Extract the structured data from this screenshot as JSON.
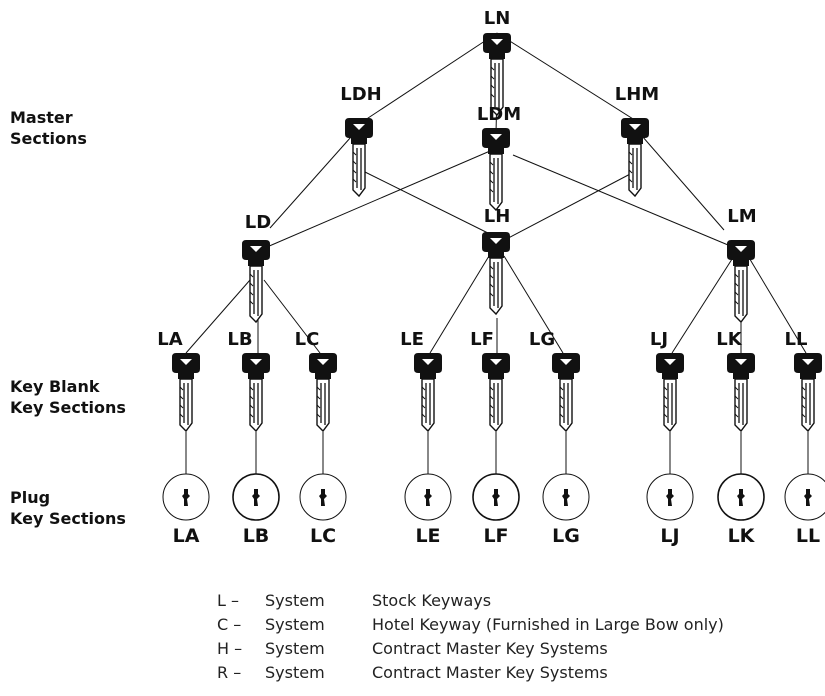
{
  "section_labels": {
    "master": [
      "Master",
      "Sections"
    ],
    "key_blank": [
      "Key Blank",
      "Key Sections"
    ],
    "plug": [
      "Plug",
      "Key Sections"
    ]
  },
  "keys": {
    "LN": "LN",
    "LDH": "LDH",
    "LDM": "LDM",
    "LHM": "LHM",
    "LD": "LD",
    "LH": "LH",
    "LM": "LM",
    "LA": "LA",
    "LB": "LB",
    "LC": "LC",
    "LE": "LE",
    "LF": "LF",
    "LG": "LG",
    "LJ": "LJ",
    "LK": "LK",
    "LL": "LL"
  },
  "plugs": [
    "LA",
    "LB",
    "LC",
    "LE",
    "LF",
    "LG",
    "LJ",
    "LK",
    "LL"
  ],
  "legend": [
    {
      "code": "L –",
      "system": "System",
      "description": "Stock Keyways"
    },
    {
      "code": "C –",
      "system": "System",
      "description": "Hotel Keyway (Furnished in Large Bow only)"
    },
    {
      "code": "H –",
      "system": "System",
      "description": "Contract Master Key Systems"
    },
    {
      "code": "R –",
      "system": "System",
      "description": "Contract Master Key Systems"
    }
  ],
  "colors": {
    "line": "#111111",
    "key": "#111111",
    "background": "#ffffff"
  }
}
